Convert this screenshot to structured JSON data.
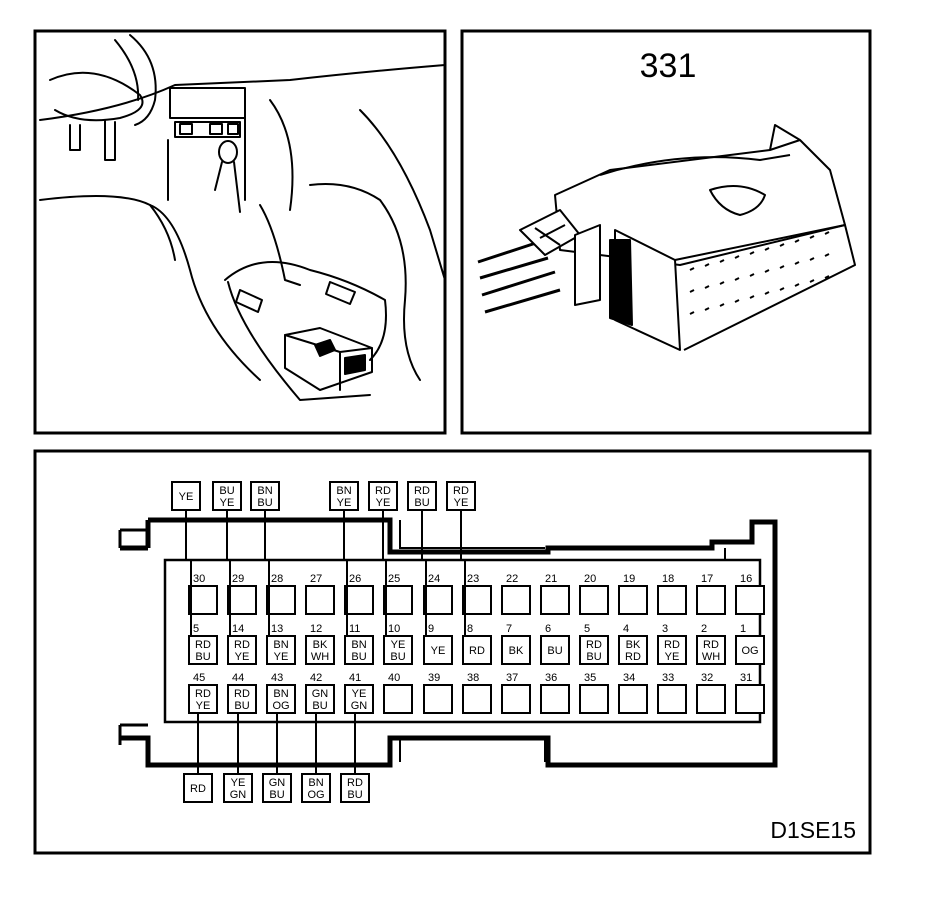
{
  "connector_id": "331",
  "figure_code": "D1SE15",
  "pins": [
    {
      "n": "1",
      "c1": "OG",
      "c2": ""
    },
    {
      "n": "2",
      "c1": "RD",
      "c2": "WH"
    },
    {
      "n": "3",
      "c1": "RD",
      "c2": "YE"
    },
    {
      "n": "4",
      "c1": "BK",
      "c2": "RD"
    },
    {
      "n": "5",
      "c1": "RD",
      "c2": "BU"
    },
    {
      "n": "6",
      "c1": "BU",
      "c2": ""
    },
    {
      "n": "7",
      "c1": "BK",
      "c2": ""
    },
    {
      "n": "8",
      "c1": "RD",
      "c2": ""
    },
    {
      "n": "9",
      "c1": "YE",
      "c2": ""
    },
    {
      "n": "10",
      "c1": "YE",
      "c2": "BU"
    },
    {
      "n": "11",
      "c1": "BN",
      "c2": "BU"
    },
    {
      "n": "12",
      "c1": "BK",
      "c2": "WH"
    },
    {
      "n": "13",
      "c1": "BN",
      "c2": "YE"
    },
    {
      "n": "14",
      "c1": "RD",
      "c2": "YE"
    },
    {
      "n": "5",
      "c1": "RD",
      "c2": "BU"
    },
    {
      "n": "16",
      "c1": "",
      "c2": ""
    },
    {
      "n": "17",
      "c1": "",
      "c2": ""
    },
    {
      "n": "18",
      "c1": "",
      "c2": ""
    },
    {
      "n": "19",
      "c1": "",
      "c2": ""
    },
    {
      "n": "20",
      "c1": "",
      "c2": ""
    },
    {
      "n": "21",
      "c1": "",
      "c2": ""
    },
    {
      "n": "22",
      "c1": "",
      "c2": ""
    },
    {
      "n": "23",
      "c1": "",
      "c2": ""
    },
    {
      "n": "24",
      "c1": "",
      "c2": ""
    },
    {
      "n": "25",
      "c1": "",
      "c2": ""
    },
    {
      "n": "26",
      "c1": "",
      "c2": ""
    },
    {
      "n": "27",
      "c1": "",
      "c2": ""
    },
    {
      "n": "28",
      "c1": "",
      "c2": ""
    },
    {
      "n": "29",
      "c1": "",
      "c2": ""
    },
    {
      "n": "30",
      "c1": "",
      "c2": ""
    },
    {
      "n": "31",
      "c1": "",
      "c2": ""
    },
    {
      "n": "32",
      "c1": "",
      "c2": ""
    },
    {
      "n": "33",
      "c1": "",
      "c2": ""
    },
    {
      "n": "34",
      "c1": "",
      "c2": ""
    },
    {
      "n": "35",
      "c1": "",
      "c2": ""
    },
    {
      "n": "36",
      "c1": "",
      "c2": ""
    },
    {
      "n": "37",
      "c1": "",
      "c2": ""
    },
    {
      "n": "38",
      "c1": "",
      "c2": ""
    },
    {
      "n": "39",
      "c1": "",
      "c2": ""
    },
    {
      "n": "40",
      "c1": "",
      "c2": ""
    },
    {
      "n": "41",
      "c1": "YE",
      "c2": "GN"
    },
    {
      "n": "42",
      "c1": "GN",
      "c2": "BU"
    },
    {
      "n": "43",
      "c1": "BN",
      "c2": "OG"
    },
    {
      "n": "44",
      "c1": "RD",
      "c2": "BU"
    },
    {
      "n": "45",
      "c1": "RD",
      "c2": "YE"
    }
  ],
  "wires_top": [
    {
      "c1": "YE",
      "c2": ""
    },
    {
      "c1": "BU",
      "c2": "YE"
    },
    {
      "c1": "BN",
      "c2": "BU"
    },
    {
      "c1": "BN",
      "c2": "YE"
    },
    {
      "c1": "RD",
      "c2": "YE"
    },
    {
      "c1": "RD",
      "c2": "BU"
    },
    {
      "c1": "RD",
      "c2": "YE"
    }
  ],
  "wires_bottom": [
    {
      "c1": "RD",
      "c2": ""
    },
    {
      "c1": "YE",
      "c2": "GN"
    },
    {
      "c1": "GN",
      "c2": "BU"
    },
    {
      "c1": "BN",
      "c2": "OG"
    },
    {
      "c1": "RD",
      "c2": "BU"
    }
  ]
}
